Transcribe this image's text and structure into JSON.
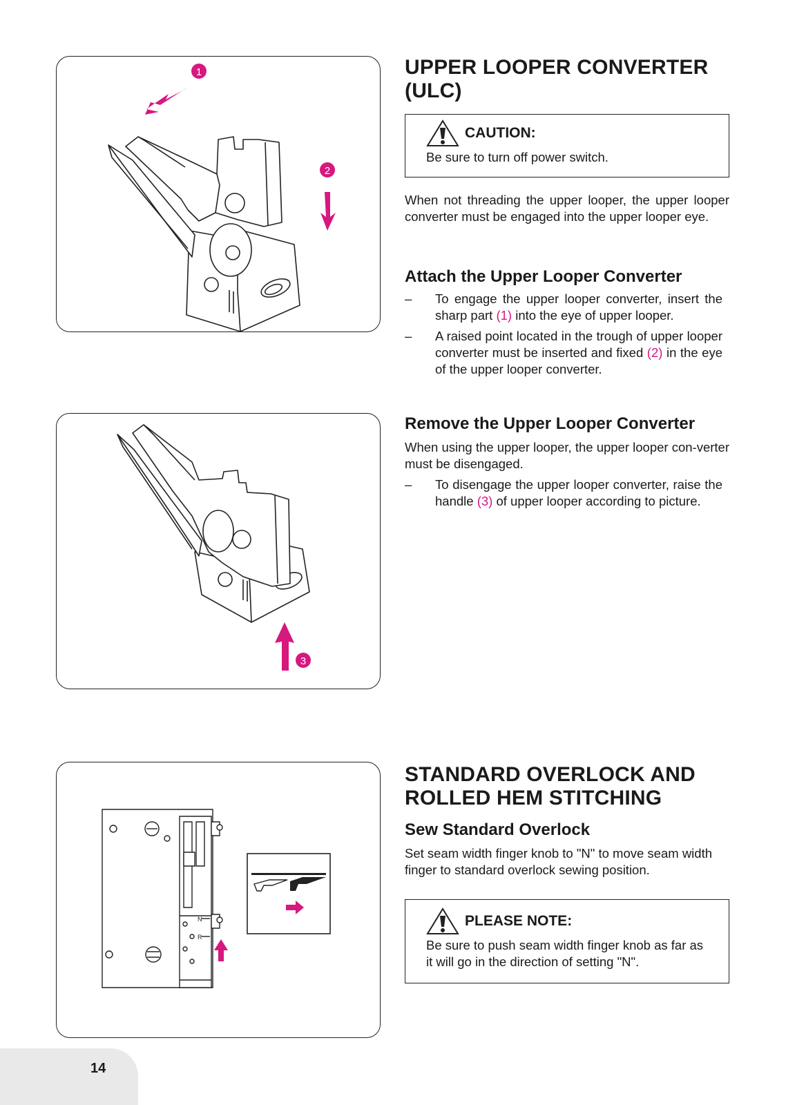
{
  "section1": {
    "title_line1": "UPPER LOOPER CONVERTER",
    "title_line2": "(ULC)",
    "caution": {
      "title": "CAUTION:",
      "text": "Be sure to turn off power switch."
    },
    "intro": "When not threading the upper looper, the upper looper converter must be engaged into the upper looper eye.",
    "attach": {
      "heading": "Attach the Upper Looper Converter",
      "item1_a": "To engage the upper looper converter, insert the sharp part ",
      "item1_ref": "(1)",
      "item1_b": " into the eye of upper looper.",
      "item2_a": "A raised point located in the trough of upper looper converter must be inserted and fixed ",
      "item2_ref": "(2)",
      "item2_b": " in the eye of the upper looper converter."
    },
    "remove": {
      "heading": "Remove the Upper Looper Converter",
      "intro": "When using the upper looper, the upper looper con-verter must be disengaged.",
      "item1_a": "To disengage the upper looper converter, raise the handle ",
      "item1_ref": "(3)",
      "item1_b": " of upper looper according to picture."
    }
  },
  "section2": {
    "title_line1": "STANDARD OVERLOCK AND",
    "title_line2": "ROLLED HEM STITCHING",
    "sub_heading": "Sew Standard Overlock",
    "text": "Set seam width finger knob to \"N\" to move seam width finger to standard overlock sewing position.",
    "note": {
      "title": "PLEASE NOTE:",
      "text": "Be sure to push seam width finger knob as far as it will go in the direction of setting \"N\"."
    }
  },
  "figures": {
    "fig1_marker1": "1",
    "fig1_marker2": "2",
    "fig2_marker3": "3",
    "fig3_label_n": "N",
    "fig3_label_r": "R"
  },
  "list_dash": "–",
  "page_number": "14",
  "colors": {
    "accent": "#d6187f",
    "ink": "#1a1a1a",
    "tab": "#e9e9e9"
  },
  "icons": [
    "warning-triangle-icon",
    "arrow-icon"
  ]
}
